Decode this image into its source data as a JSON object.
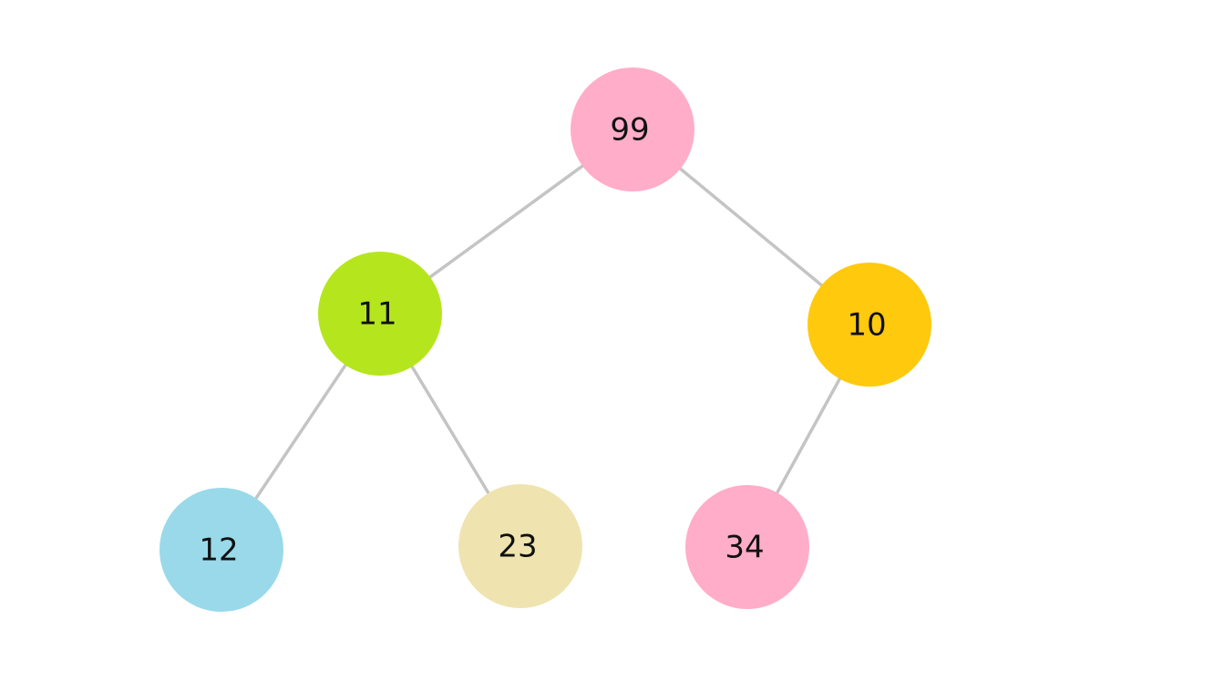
{
  "diagram": {
    "type": "binary-tree",
    "edge_color": "#c4c4c4",
    "nodes": [
      {
        "id": "n99",
        "label": "99",
        "color": "#ffadc9",
        "level": 0
      },
      {
        "id": "n11",
        "label": "11",
        "color": "#b5e61d",
        "level": 1
      },
      {
        "id": "n10",
        "label": "10",
        "color": "#ffc90e",
        "level": 1
      },
      {
        "id": "n12",
        "label": "12",
        "color": "#99d9ea",
        "level": 2
      },
      {
        "id": "n23",
        "label": "23",
        "color": "#efe4b0",
        "level": 2
      },
      {
        "id": "n34",
        "label": "34",
        "color": "#ffadc9",
        "level": 2
      }
    ],
    "edges": [
      {
        "from": "n99",
        "to": "n11"
      },
      {
        "from": "n99",
        "to": "n10"
      },
      {
        "from": "n11",
        "to": "n12"
      },
      {
        "from": "n11",
        "to": "n23"
      },
      {
        "from": "n10",
        "to": "n34"
      }
    ]
  }
}
